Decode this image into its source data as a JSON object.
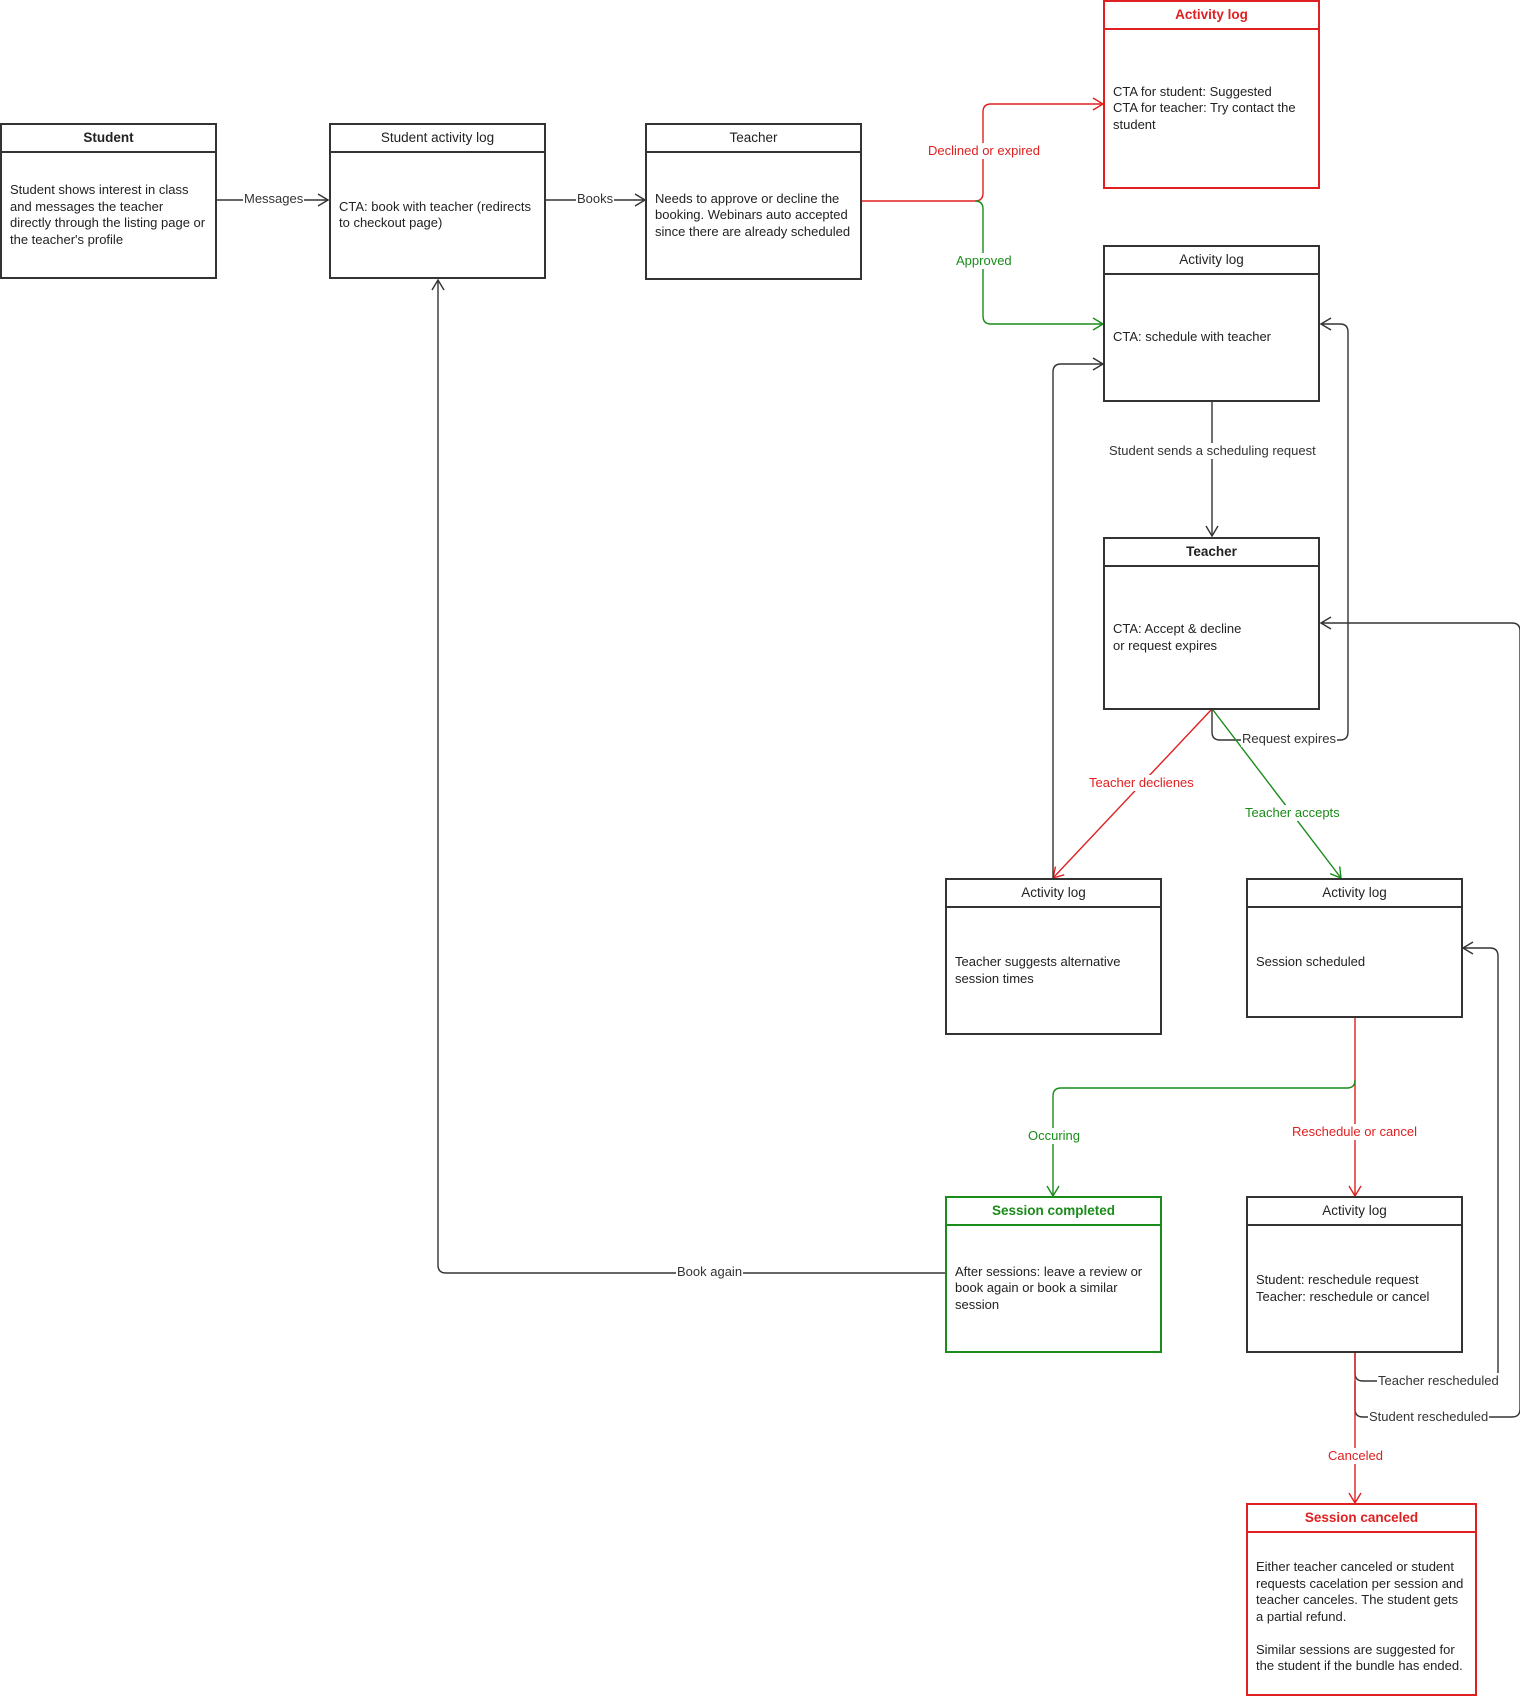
{
  "colors": {
    "line": "#333333",
    "red": "#e02020",
    "green": "#1a8c1a"
  },
  "nodes": {
    "student": {
      "title": "Student",
      "body": "Student shows interest in class and messages the teacher directly through the listing page or the teacher's profile"
    },
    "student_activity_log": {
      "title": "Student activity log",
      "body": "CTA: book with teacher (redirects to checkout page)"
    },
    "teacher": {
      "title": "Teacher",
      "body": "Needs to approve or decline the booking. Webinars auto accepted since there are already scheduled"
    },
    "activity_log_declined": {
      "title": "Activity log",
      "body": "CTA for student: Suggested\nCTA for teacher: Try contact the student"
    },
    "activity_log_schedule": {
      "title": "Activity log",
      "body": "CTA: schedule with teacher"
    },
    "teacher_accept": {
      "title": "Teacher",
      "body": "CTA: Accept & decline\nor request expires"
    },
    "activity_log_alternative": {
      "title": "Activity log",
      "body": "Teacher suggests alternative session times"
    },
    "activity_log_scheduled": {
      "title": "Activity log",
      "body": "Session scheduled"
    },
    "session_completed": {
      "title": "Session completed",
      "body": "After sessions: leave a review or book again or book a similar session"
    },
    "activity_log_reschedule": {
      "title": "Activity log",
      "body": "Student: reschedule request\nTeacher: reschedule or cancel"
    },
    "session_canceled": {
      "title": "Session canceled",
      "body": "Either teacher canceled or student requests cacelation per session and teacher canceles. The student gets a partial refund.\n\nSimilar sessions are suggested for the student if the bundle has ended."
    }
  },
  "edges": {
    "messages": "Messages",
    "books": "Books",
    "declined_or_expired": "Declined or expired",
    "approved": "Approved",
    "student_sends_request": "Student sends a scheduling request",
    "request_expires": "Request expires",
    "teacher_declines": "Teacher declienes",
    "teacher_accepts": "Teacher accepts",
    "occuring": "Occuring",
    "reschedule_or_cancel": "Reschedule or cancel",
    "book_again": "Book again",
    "teacher_rescheduled": "Teacher rescheduled",
    "student_rescheduled": "Student rescheduled",
    "canceled": "Canceled"
  }
}
